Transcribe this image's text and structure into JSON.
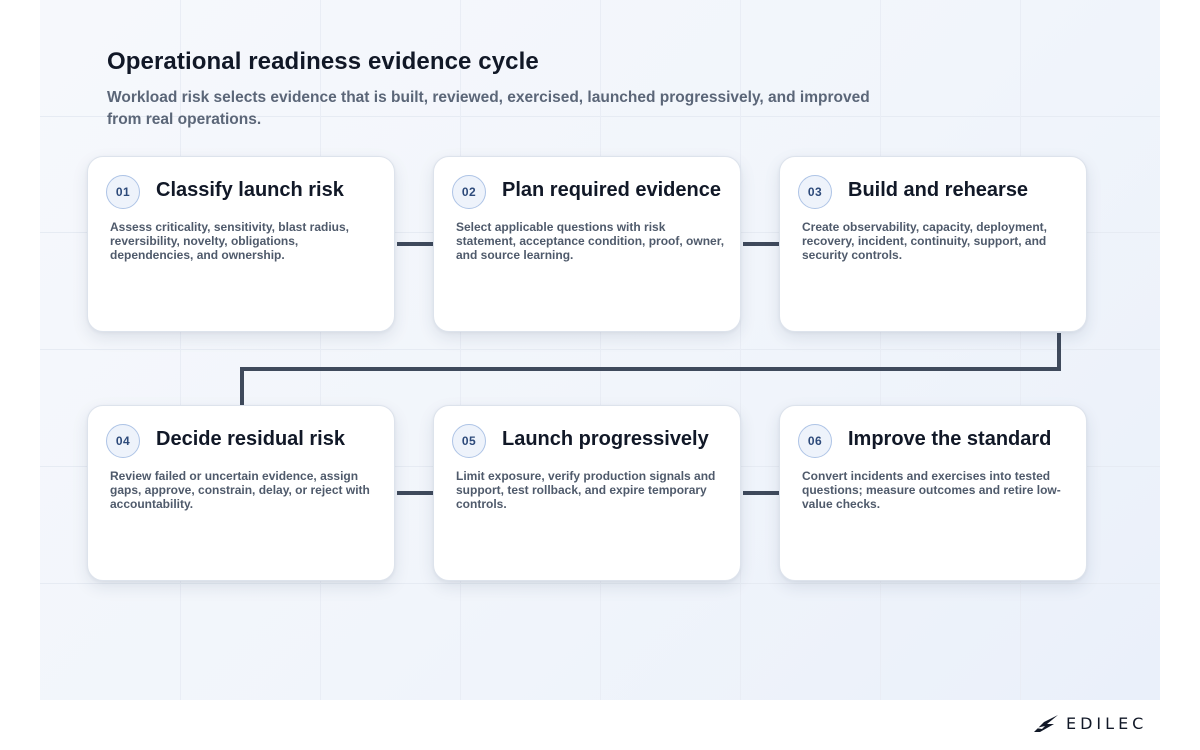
{
  "header": {
    "title": "Operational readiness evidence cycle",
    "subtitle": "Workload risk selects evidence that is built, reviewed, exercised, launched progressively, and improved from real operations."
  },
  "steps": [
    {
      "number": "01",
      "title": "Classify launch risk",
      "description": "Assess criticality, sensitivity, blast radius, reversibility, novelty, obligations, dependencies, and ownership."
    },
    {
      "number": "02",
      "title": "Plan required evidence",
      "description": "Select applicable questions with risk statement, acceptance condition, proof, owner, and source learning."
    },
    {
      "number": "03",
      "title": "Build and rehearse",
      "description": "Create observability, capacity, deployment, recovery, incident, continuity, support, and security controls."
    },
    {
      "number": "04",
      "title": "Decide residual risk",
      "description": "Review failed or uncertain evidence, assign gaps, approve, constrain, delay, or reject with accountability."
    },
    {
      "number": "05",
      "title": "Launch progressively",
      "description": "Limit exposure, verify production signals and support, test rollback, and expire temporary controls."
    },
    {
      "number": "06",
      "title": "Improve the standard",
      "description": "Convert incidents and exercises into tested questions; measure outcomes and retire low-value checks."
    }
  ],
  "brand": {
    "name": "EDILEC",
    "icon": "edilec-logo-icon"
  },
  "colors": {
    "connector": "#3f4a5c",
    "badge_border": "#aec4e6",
    "badge_text": "#2d4a7a",
    "title_text": "#111827",
    "body_text": "#4f5a6b"
  }
}
